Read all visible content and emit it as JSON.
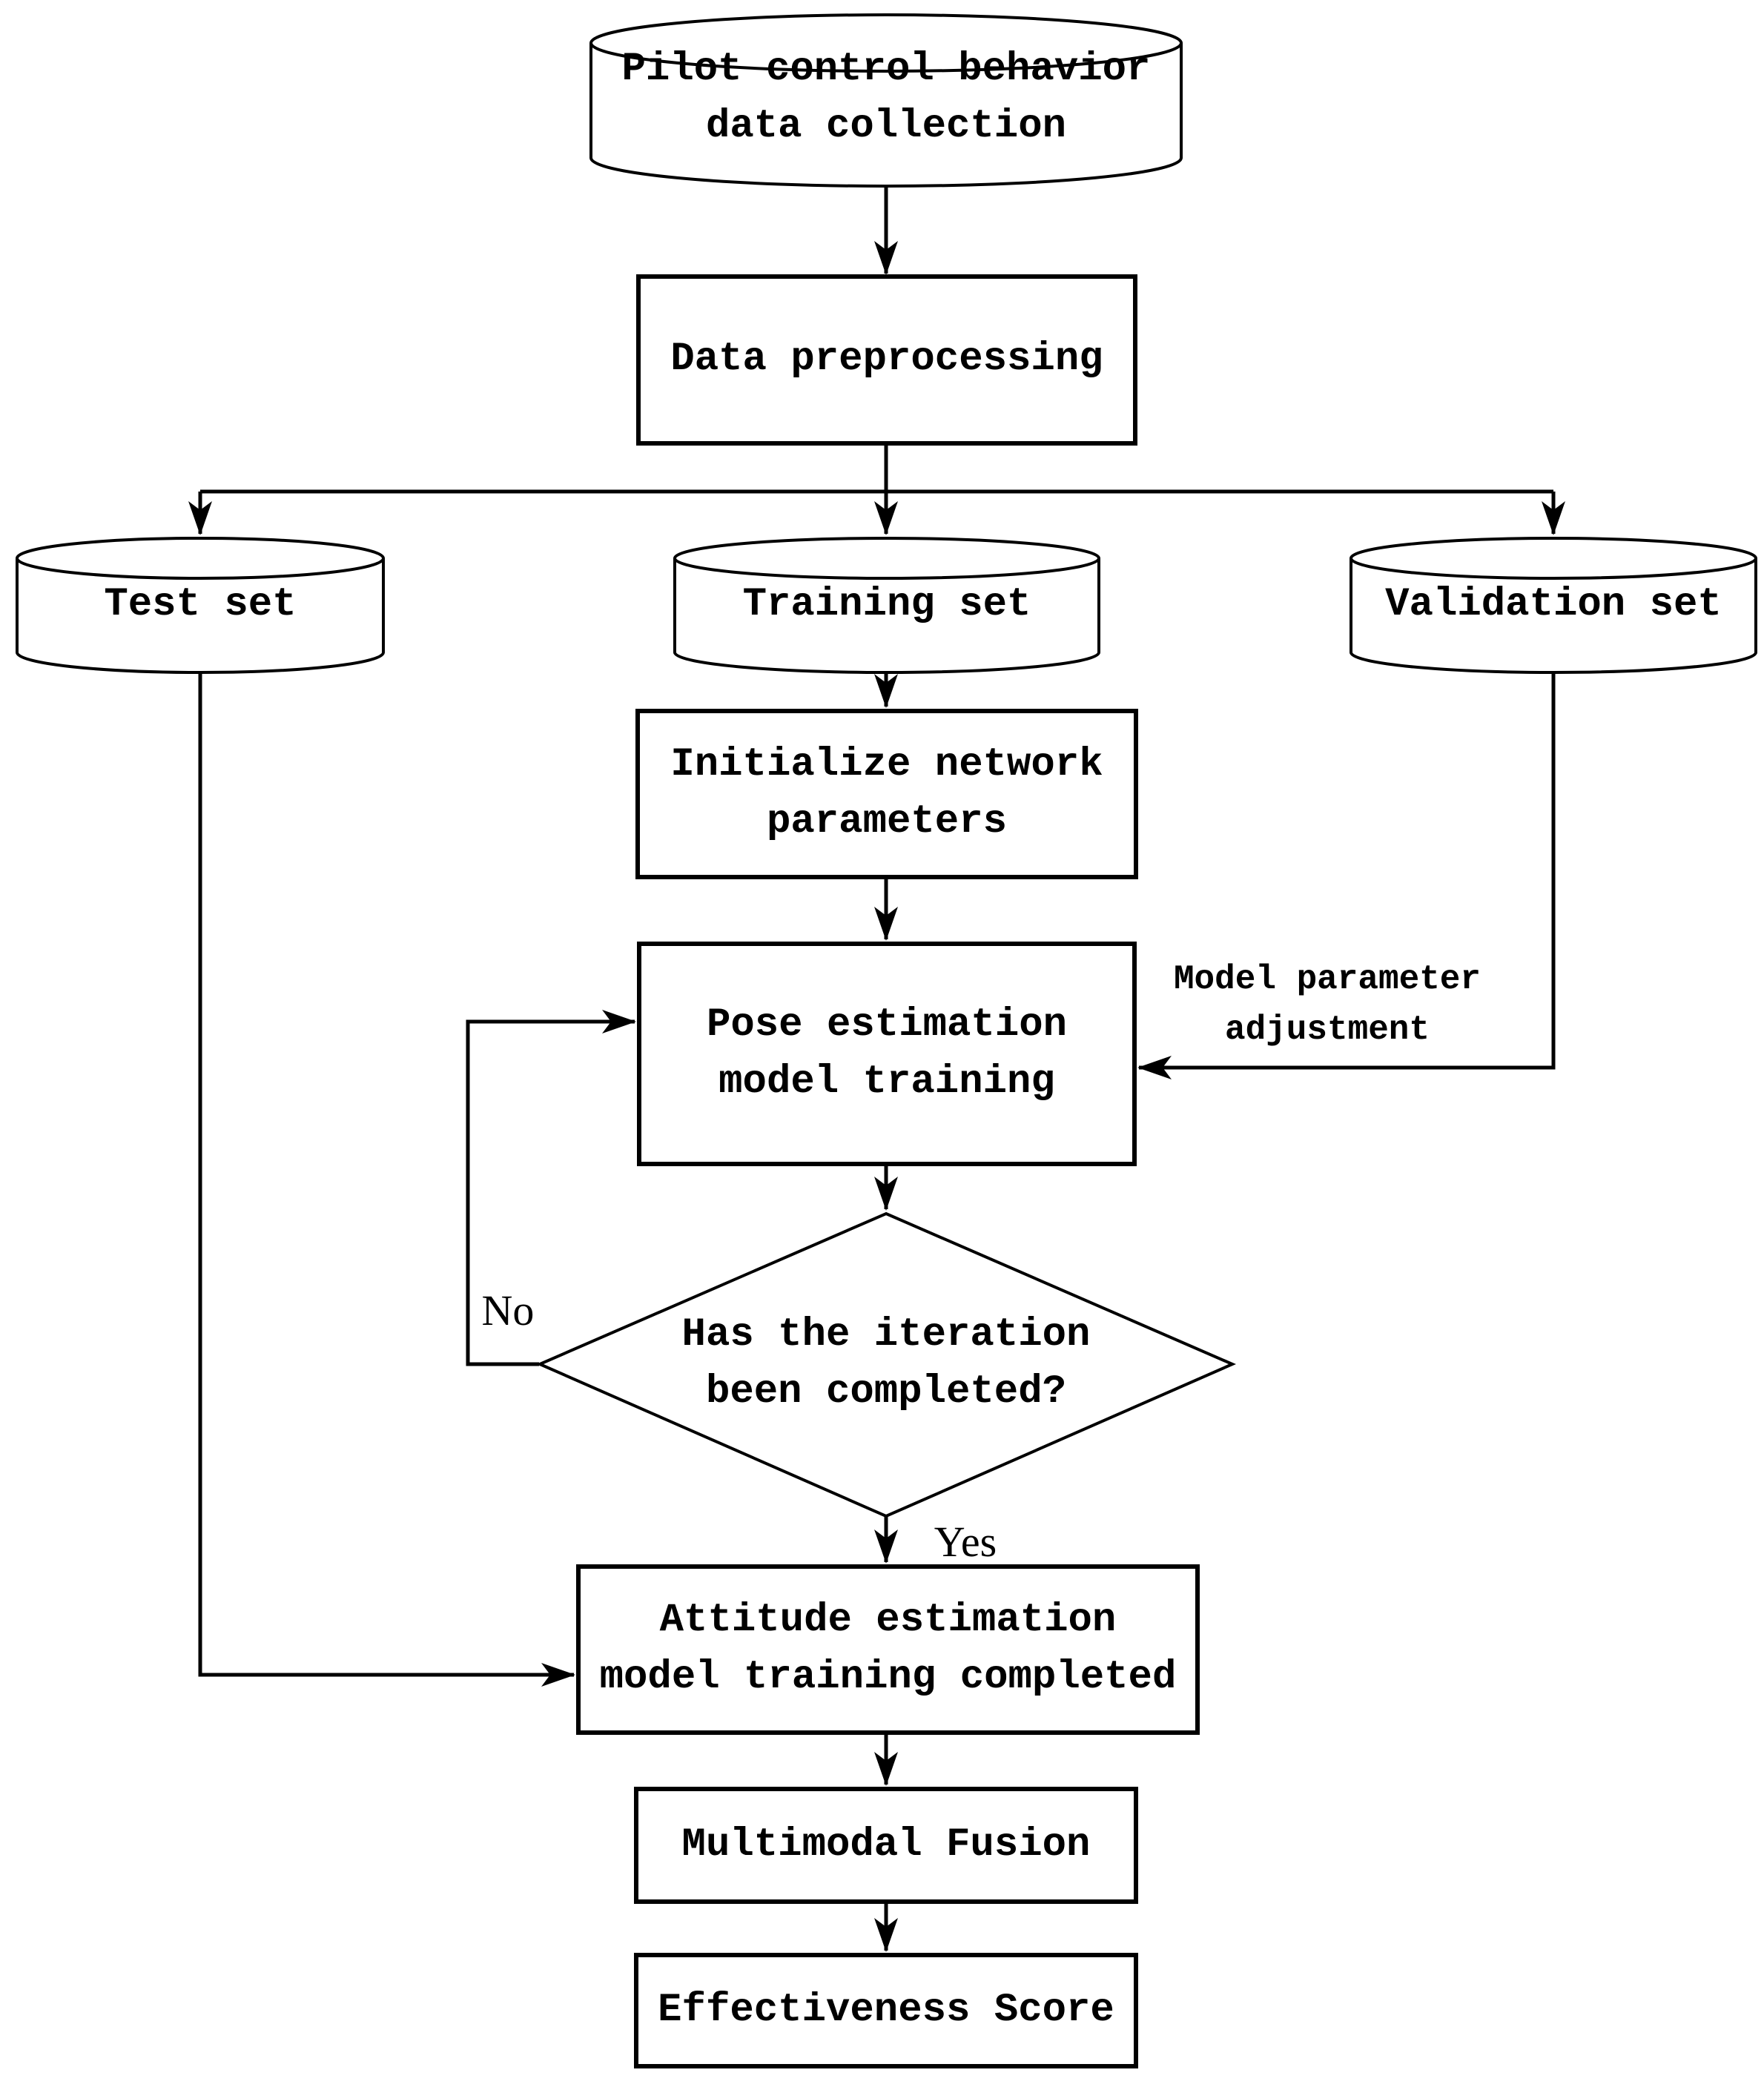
{
  "figure": {
    "background_color": "#ffffff",
    "stroke_color": "#000000",
    "nodes": {
      "pilot": {
        "shape": "cylinder",
        "label": "Pilot control behavior\ndata collection"
      },
      "preprocess": {
        "shape": "rect",
        "label": "Data preprocessing"
      },
      "test": {
        "shape": "cylinder",
        "label": "Test set"
      },
      "training": {
        "shape": "cylinder",
        "label": "Training set"
      },
      "validation": {
        "shape": "cylinder",
        "label": "Validation set"
      },
      "init": {
        "shape": "rect",
        "label": "Initialize network\nparameters"
      },
      "pose": {
        "shape": "rect",
        "label": "Pose estimation\nmodel training"
      },
      "decision": {
        "shape": "diamond",
        "label": "Has the iteration\nbeen completed?"
      },
      "attitude": {
        "shape": "rect",
        "label": "Attitude estimation\nmodel training completed"
      },
      "fusion": {
        "shape": "rect",
        "label": "Multimodal Fusion"
      },
      "score": {
        "shape": "rect",
        "label": "Effectiveness Score"
      }
    },
    "edge_labels": {
      "no": "No",
      "yes": "Yes"
    },
    "annotations": {
      "model_param": {
        "label": "Model parameter\nadjustment"
      }
    }
  }
}
